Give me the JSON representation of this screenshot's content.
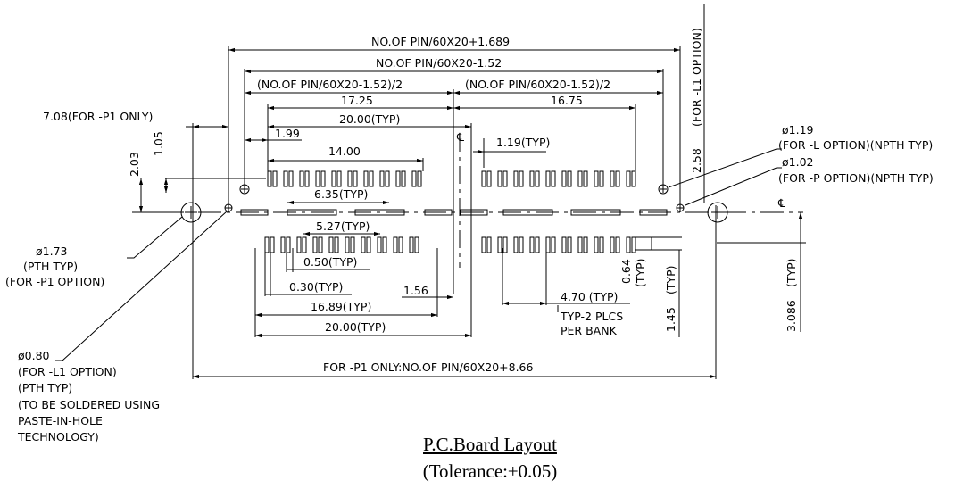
{
  "colors": {
    "ink": "#000000",
    "paper": "#ffffff"
  },
  "dims": {
    "overall_1689": "NO.OF PIN/60X20+1.689",
    "overall_152": "NO.OF PIN/60X20-1.52",
    "half_left": "(NO.OF PIN/60X20-1.52)/2",
    "half_right": "(NO.OF PIN/60X20-1.52)/2",
    "d_1725": "17.25",
    "d_1675": "16.75",
    "d_2000_top": "20.00(TYP)",
    "d_708": "7.08(FOR -P1 ONLY)",
    "d_199": "1.99",
    "d_105": "1.05",
    "d_203": "2.03",
    "d_1400": "14.00",
    "d_119": "1.19(TYP)",
    "d_635": "6.35(TYP)",
    "d_527": "5.27(TYP)",
    "d_050": "0.50(TYP)",
    "d_030": "0.30(TYP)",
    "d_156": "1.56",
    "d_1689": "16.89(TYP)",
    "d_2000_bot": "20.00(TYP)",
    "d_470": "4.70 (TYP)",
    "typ2_line1": "TYP-2 PLCS",
    "typ2_line2": "PER BANK",
    "d_064": "0.64",
    "typ_064": "(TYP)",
    "d_145": "1.45",
    "typ_145": "(TYP)",
    "d_3086": "3.086",
    "typ_3086": "(TYP)",
    "d_258": "2.58",
    "opt_l1_top": "(FOR -L1 OPTION)",
    "d_p1_bottom": "FOR -P1 ONLY:NO.OF PIN/60X20+8.66",
    "centerline": "℄"
  },
  "callouts": {
    "hole_119": "ø1.19",
    "hole_119_note": "(FOR -L OPTION)(NPTH TYP)",
    "hole_102": "ø1.02",
    "hole_102_note": "(FOR -P OPTION)(NPTH TYP)",
    "hole_173": "ø1.73",
    "hole_173_l2": "(PTH TYP)",
    "hole_173_l3": "(FOR -P1 OPTION)",
    "hole_080": "ø0.80",
    "hole_080_l2": "(FOR -L1 OPTION)",
    "hole_080_l3": "(PTH TYP)",
    "hole_080_l4": "(TO BE SOLDERED USING",
    "hole_080_l5": "PASTE-IN-HOLE",
    "hole_080_l6": "TECHNOLOGY)"
  },
  "caption": {
    "title": "P.C.Board Layout",
    "tolerance": "(Tolerance:±0.05)"
  }
}
